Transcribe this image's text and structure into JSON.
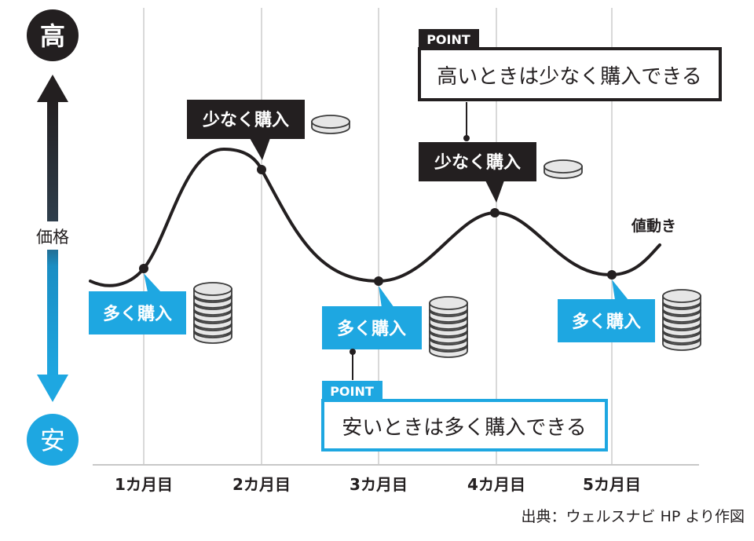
{
  "axis": {
    "top_label": "高",
    "bottom_label": "安",
    "price_label": "価格",
    "top_color": "#231f20",
    "bottom_color": "#1ea7e1"
  },
  "months": [
    "1カ月目",
    "2カ月目",
    "3カ月目",
    "4カ月目",
    "5カ月目"
  ],
  "curve_label": "値動き",
  "callouts": {
    "buy_more": "多く購入",
    "buy_less": "少なく購入"
  },
  "points": {
    "tag": "POINT",
    "high_text": "高いときは少なく購入できる",
    "low_text": "安いときは多く購入できる"
  },
  "source": "出典：ウェルスナビ HP より作図",
  "colors": {
    "dark": "#231f20",
    "blue": "#1ea7e1",
    "grid": "#d9d9d9",
    "coin_fill": "#e6e6e6",
    "coin_stroke": "#3c3c3c"
  }
}
